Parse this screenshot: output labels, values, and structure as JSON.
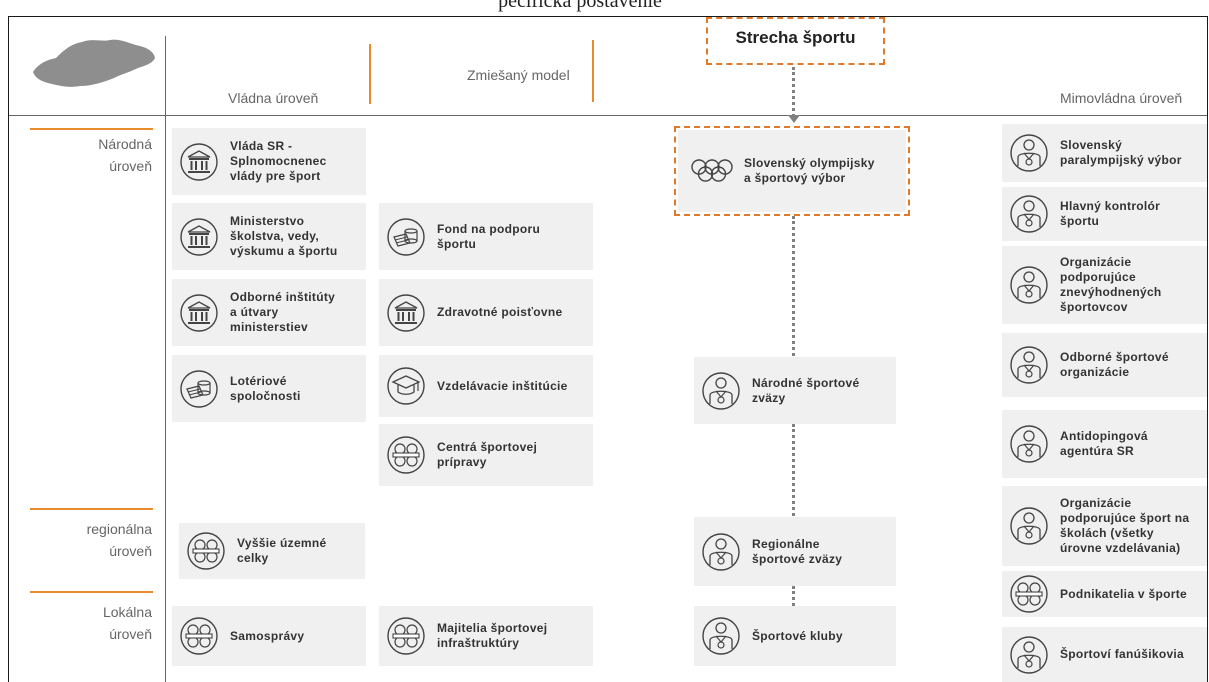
{
  "caption": "pecifická postavenie",
  "headers": {
    "government": "Vládna úroveň",
    "mixed": "Zmiešaný model",
    "roof": "Strecha športu",
    "nongovernment": "Mimovládna úroveň"
  },
  "levels": {
    "national": [
      "Národná",
      "úroveň"
    ],
    "regional": [
      "regionálna",
      "úroveň"
    ],
    "local": [
      "Lokálna",
      "úroveň"
    ]
  },
  "government": [
    [
      "Vláda SR -",
      "Splnomocnenec",
      "vlády pre šport"
    ],
    [
      "Ministerstvo",
      "školstva, vedy,",
      "výskumu a športu"
    ],
    [
      "Odborné inštitúty",
      "a útvary",
      "ministerstiev"
    ],
    [
      "Lotériové",
      "spoločnosti"
    ],
    [
      "Vyššie územné",
      "celky"
    ],
    [
      "Samosprávy"
    ]
  ],
  "mixed": [
    [
      "Fond na podporu",
      "športu"
    ],
    [
      "Zdravotné poisťovne"
    ],
    [
      "Vzdelávacie inštitúcie"
    ],
    [
      "Centrá športovej",
      "prípravy"
    ],
    [
      "Majitelia športovej",
      "infraštruktúry"
    ]
  ],
  "center": [
    [
      "Slovenský olympijsky",
      "a športový výbor"
    ],
    [
      "Národné športové",
      "zväzy"
    ],
    [
      "Regionálne",
      "športové zväzy"
    ],
    [
      "Športové kluby"
    ]
  ],
  "nongovernment": [
    [
      "Slovenský",
      "paralympijský výbor"
    ],
    [
      "Hlavný kontrolór",
      "športu"
    ],
    [
      "Organizácie",
      "podporujúce",
      "znevýhodnených",
      "športovcov"
    ],
    [
      "Odborné športové",
      "organizácie"
    ],
    [
      "Antidopingová",
      "agentúra SR"
    ],
    [
      "Organizácie",
      "podporujúce šport na",
      "školách (všetky",
      "úrovne vzdelávania)"
    ],
    [
      "Podnikatelia v športe"
    ],
    [
      "Športoví fanúšikovia"
    ]
  ]
}
